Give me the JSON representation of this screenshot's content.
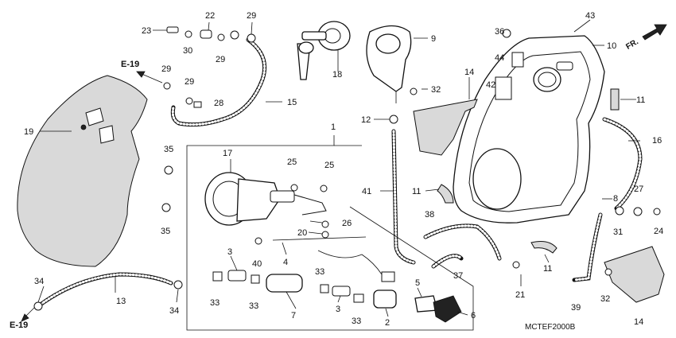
{
  "diagram_code": "MCTEF2000B",
  "direction_label": "FR.",
  "references": [
    {
      "id": "ref-top",
      "label": "E-19"
    },
    {
      "id": "ref-bottom",
      "label": "E-19"
    }
  ],
  "callouts": [
    {
      "id": "c1",
      "label": "1"
    },
    {
      "id": "c2",
      "label": "2"
    },
    {
      "id": "c3a",
      "label": "3"
    },
    {
      "id": "c3b",
      "label": "3"
    },
    {
      "id": "c4",
      "label": "4"
    },
    {
      "id": "c5",
      "label": "5"
    },
    {
      "id": "c6",
      "label": "6"
    },
    {
      "id": "c7",
      "label": "7"
    },
    {
      "id": "c8",
      "label": "8"
    },
    {
      "id": "c9",
      "label": "9"
    },
    {
      "id": "c10",
      "label": "10"
    },
    {
      "id": "c11a",
      "label": "11"
    },
    {
      "id": "c11b",
      "label": "11"
    },
    {
      "id": "c11c",
      "label": "11"
    },
    {
      "id": "c12",
      "label": "12"
    },
    {
      "id": "c13",
      "label": "13"
    },
    {
      "id": "c14a",
      "label": "14"
    },
    {
      "id": "c14b",
      "label": "14"
    },
    {
      "id": "c15",
      "label": "15"
    },
    {
      "id": "c16",
      "label": "16"
    },
    {
      "id": "c17",
      "label": "17"
    },
    {
      "id": "c18",
      "label": "18"
    },
    {
      "id": "c19",
      "label": "19"
    },
    {
      "id": "c20",
      "label": "20"
    },
    {
      "id": "c21",
      "label": "21"
    },
    {
      "id": "c22",
      "label": "22"
    },
    {
      "id": "c23",
      "label": "23"
    },
    {
      "id": "c24",
      "label": "24"
    },
    {
      "id": "c25a",
      "label": "25"
    },
    {
      "id": "c25b",
      "label": "25"
    },
    {
      "id": "c26",
      "label": "26"
    },
    {
      "id": "c27",
      "label": "27"
    },
    {
      "id": "c28",
      "label": "28"
    },
    {
      "id": "c29a",
      "label": "29"
    },
    {
      "id": "c29b",
      "label": "29"
    },
    {
      "id": "c29c",
      "label": "29"
    },
    {
      "id": "c29d",
      "label": "29"
    },
    {
      "id": "c30",
      "label": "30"
    },
    {
      "id": "c31",
      "label": "31"
    },
    {
      "id": "c32a",
      "label": "32"
    },
    {
      "id": "c32b",
      "label": "32"
    },
    {
      "id": "c33a",
      "label": "33"
    },
    {
      "id": "c33b",
      "label": "33"
    },
    {
      "id": "c33c",
      "label": "33"
    },
    {
      "id": "c33d",
      "label": "33"
    },
    {
      "id": "c34a",
      "label": "34"
    },
    {
      "id": "c34b",
      "label": "34"
    },
    {
      "id": "c35a",
      "label": "35"
    },
    {
      "id": "c35b",
      "label": "35"
    },
    {
      "id": "c36",
      "label": "36"
    },
    {
      "id": "c37",
      "label": "37"
    },
    {
      "id": "c38",
      "label": "38"
    },
    {
      "id": "c39",
      "label": "39"
    },
    {
      "id": "c40",
      "label": "40"
    },
    {
      "id": "c41",
      "label": "41"
    },
    {
      "id": "c42",
      "label": "42"
    },
    {
      "id": "c43",
      "label": "43"
    },
    {
      "id": "c44",
      "label": "44"
    }
  ]
}
